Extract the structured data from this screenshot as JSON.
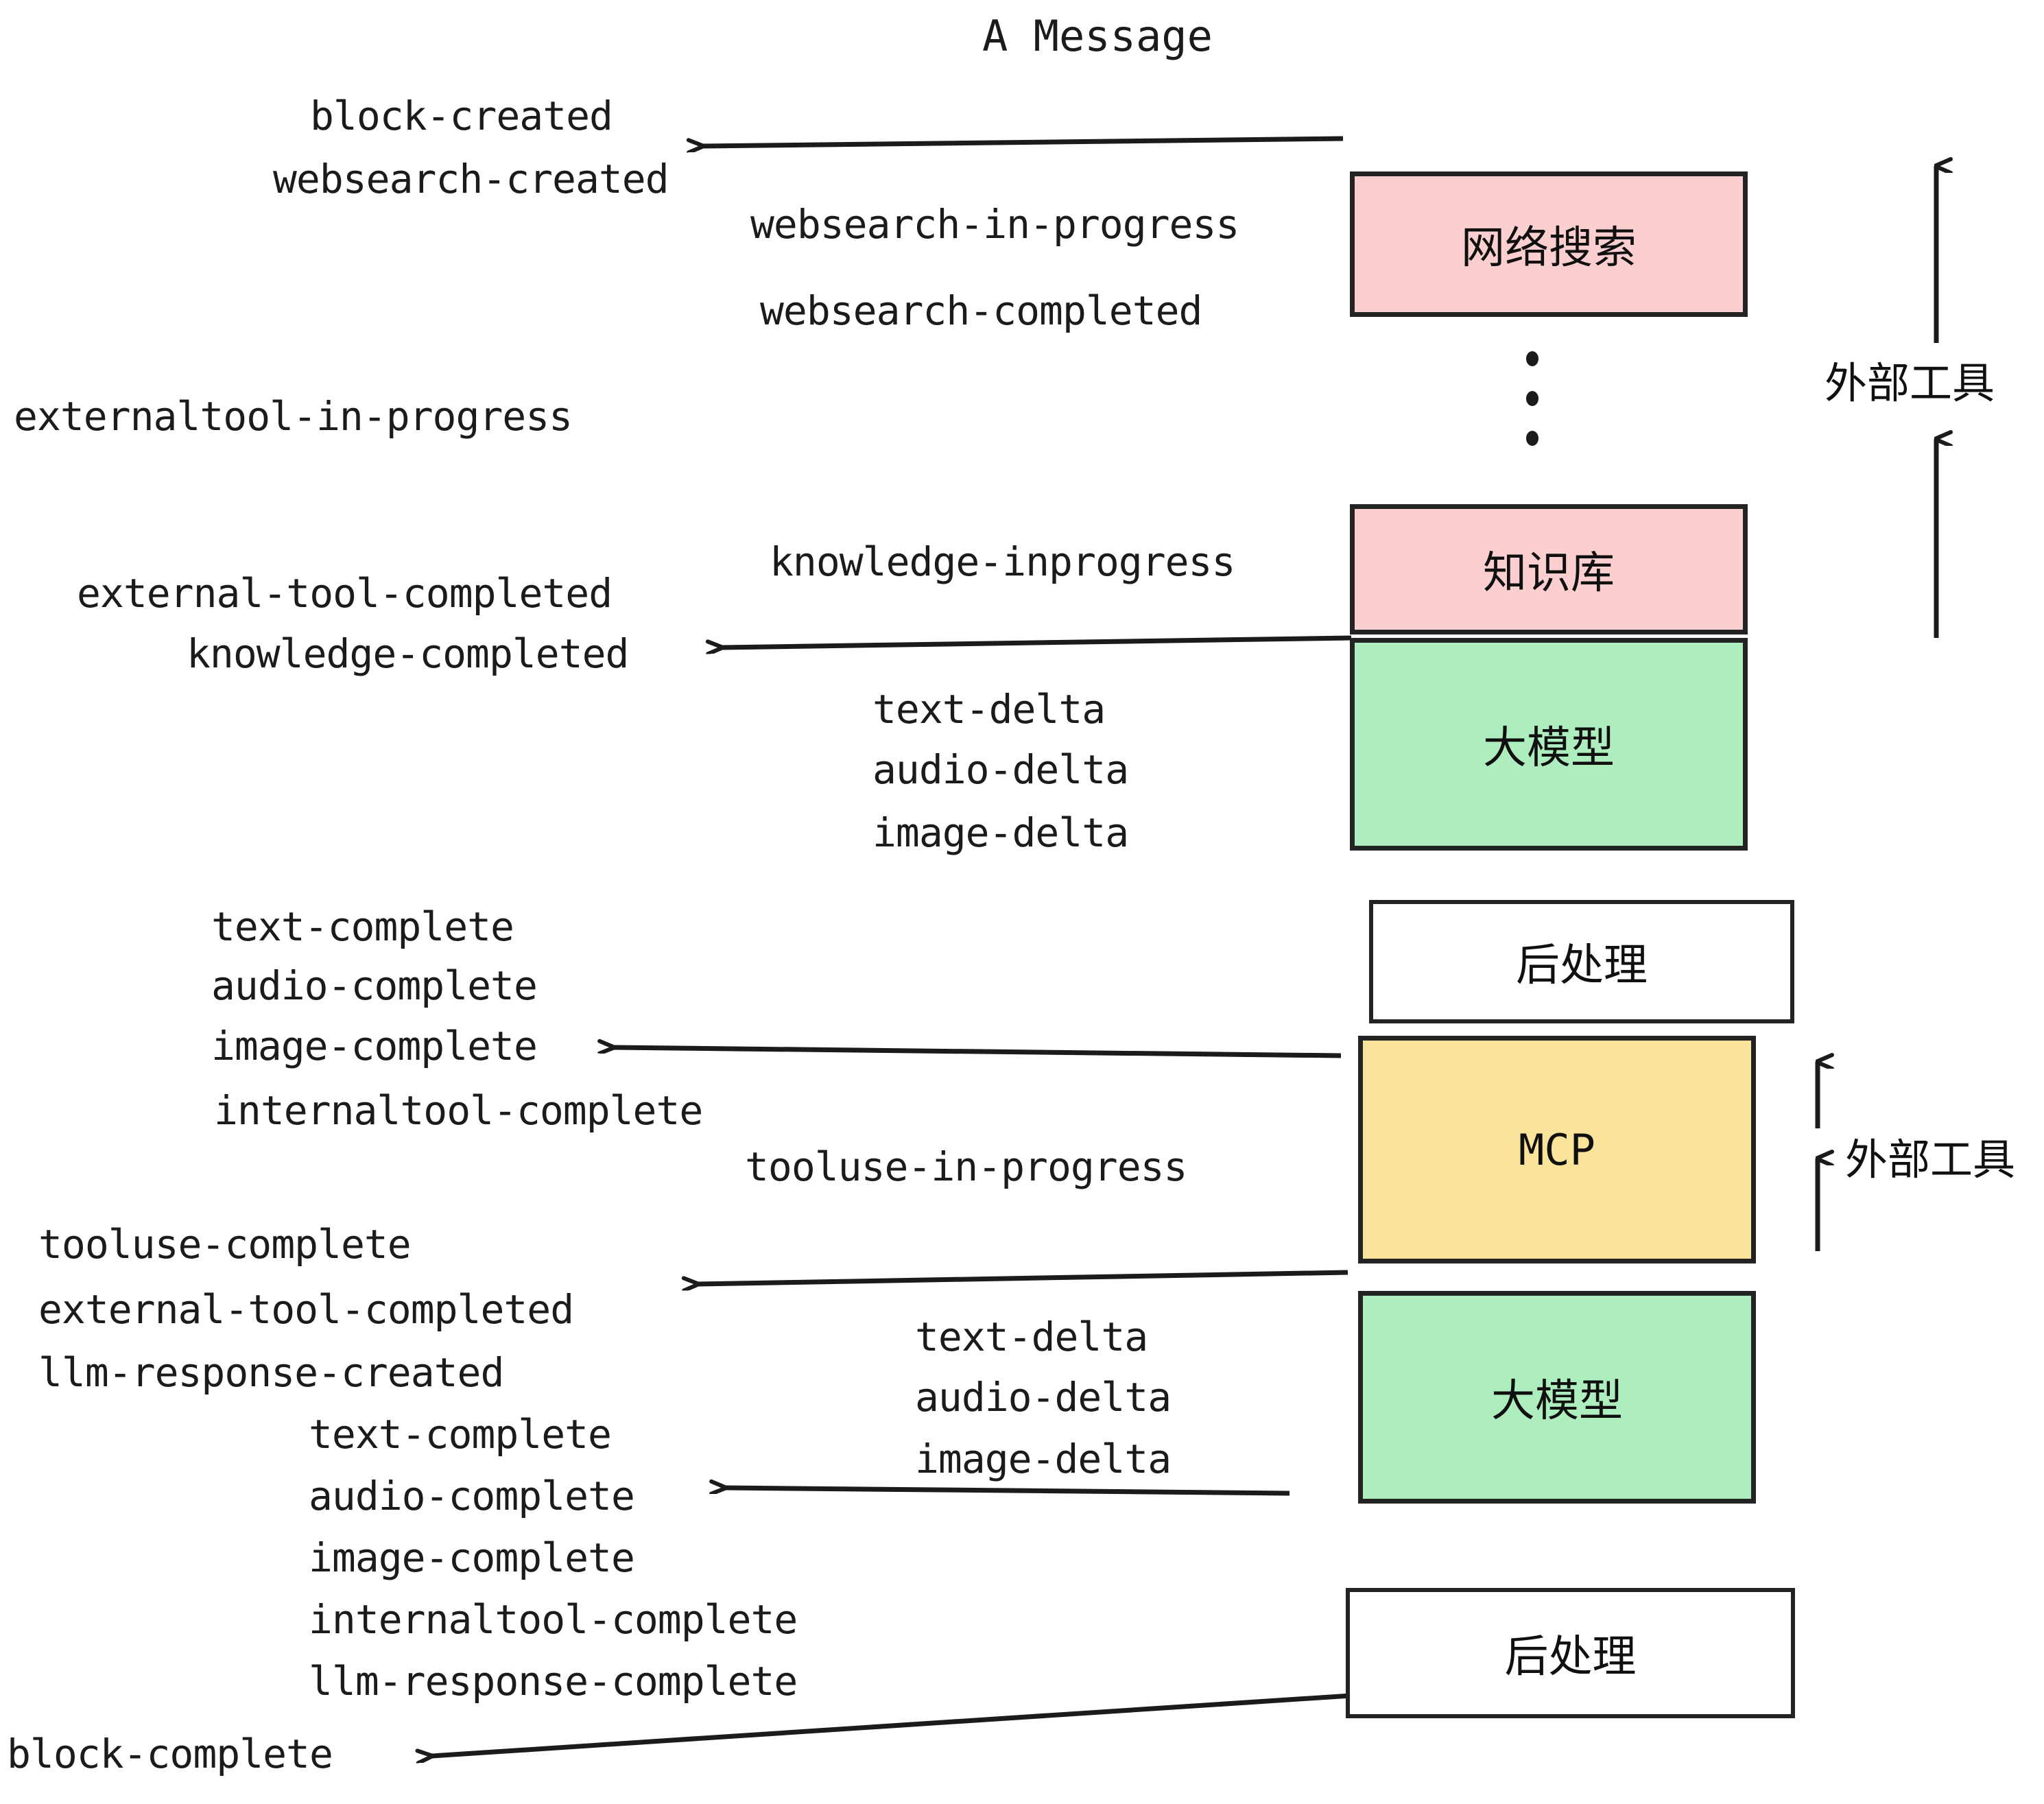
{
  "diagram": {
    "title": "A Message",
    "type": "sequence-flow",
    "colors": {
      "websearch_box": "#FBCFCF",
      "knowledge_box": "#FBCFCF",
      "llm_box": "#AEEDBE",
      "mcp_box": "#FAE49C",
      "postprocess_box": "#FFFFFF",
      "stroke": "#232323",
      "text": "#1b1b1b",
      "background": "#FFFFFF"
    },
    "nodes": [
      {
        "id": "websearch",
        "label": "网络搜索",
        "fill": "#FBCFCF"
      },
      {
        "id": "knowledge",
        "label": "知识库",
        "fill": "#FBCFCF"
      },
      {
        "id": "llm-top",
        "label": "大模型",
        "fill": "#AEEDBE"
      },
      {
        "id": "postprocess-1",
        "label": "后处理",
        "fill": "#FFFFFF"
      },
      {
        "id": "mcp",
        "label": "MCP",
        "fill": "#FAE49C"
      },
      {
        "id": "llm-bottom",
        "label": "大模型",
        "fill": "#AEEDBE"
      },
      {
        "id": "postprocess-2",
        "label": "后处理",
        "fill": "#FFFFFF"
      }
    ],
    "side_labels": [
      {
        "id": "external-tools-top",
        "label": "外部工具"
      },
      {
        "id": "external-tools-bottom",
        "label": "外部工具"
      }
    ],
    "events": [
      {
        "id": "e01",
        "text": "block-created"
      },
      {
        "id": "e02",
        "text": "websearch-created"
      },
      {
        "id": "e03",
        "text": "websearch-in-progress"
      },
      {
        "id": "e04",
        "text": "websearch-completed"
      },
      {
        "id": "e05",
        "text": "externaltool-in-progress"
      },
      {
        "id": "e06",
        "text": "knowledge-inprogress"
      },
      {
        "id": "e07",
        "text": "external-tool-completed"
      },
      {
        "id": "e08",
        "text": "knowledge-completed"
      },
      {
        "id": "e09",
        "text": "text-delta"
      },
      {
        "id": "e10",
        "text": "audio-delta"
      },
      {
        "id": "e11",
        "text": "image-delta"
      },
      {
        "id": "e12",
        "text": "text-complete"
      },
      {
        "id": "e13",
        "text": "audio-complete"
      },
      {
        "id": "e14",
        "text": "image-complete"
      },
      {
        "id": "e15",
        "text": "internaltool-complete"
      },
      {
        "id": "e16",
        "text": "tooluse-in-progress"
      },
      {
        "id": "e17",
        "text": "tooluse-complete"
      },
      {
        "id": "e18",
        "text": "external-tool-completed"
      },
      {
        "id": "e19",
        "text": "llm-response-created"
      },
      {
        "id": "e20",
        "text": "text-complete"
      },
      {
        "id": "e21",
        "text": "audio-complete"
      },
      {
        "id": "e22",
        "text": "image-complete"
      },
      {
        "id": "e23",
        "text": "internaltool-complete"
      },
      {
        "id": "e24",
        "text": "llm-response-complete"
      },
      {
        "id": "e25",
        "text": "text-delta"
      },
      {
        "id": "e26",
        "text": "audio-delta"
      },
      {
        "id": "e27",
        "text": "image-delta"
      },
      {
        "id": "e28",
        "text": "block-complete"
      }
    ],
    "ellipsis": "⋮"
  }
}
